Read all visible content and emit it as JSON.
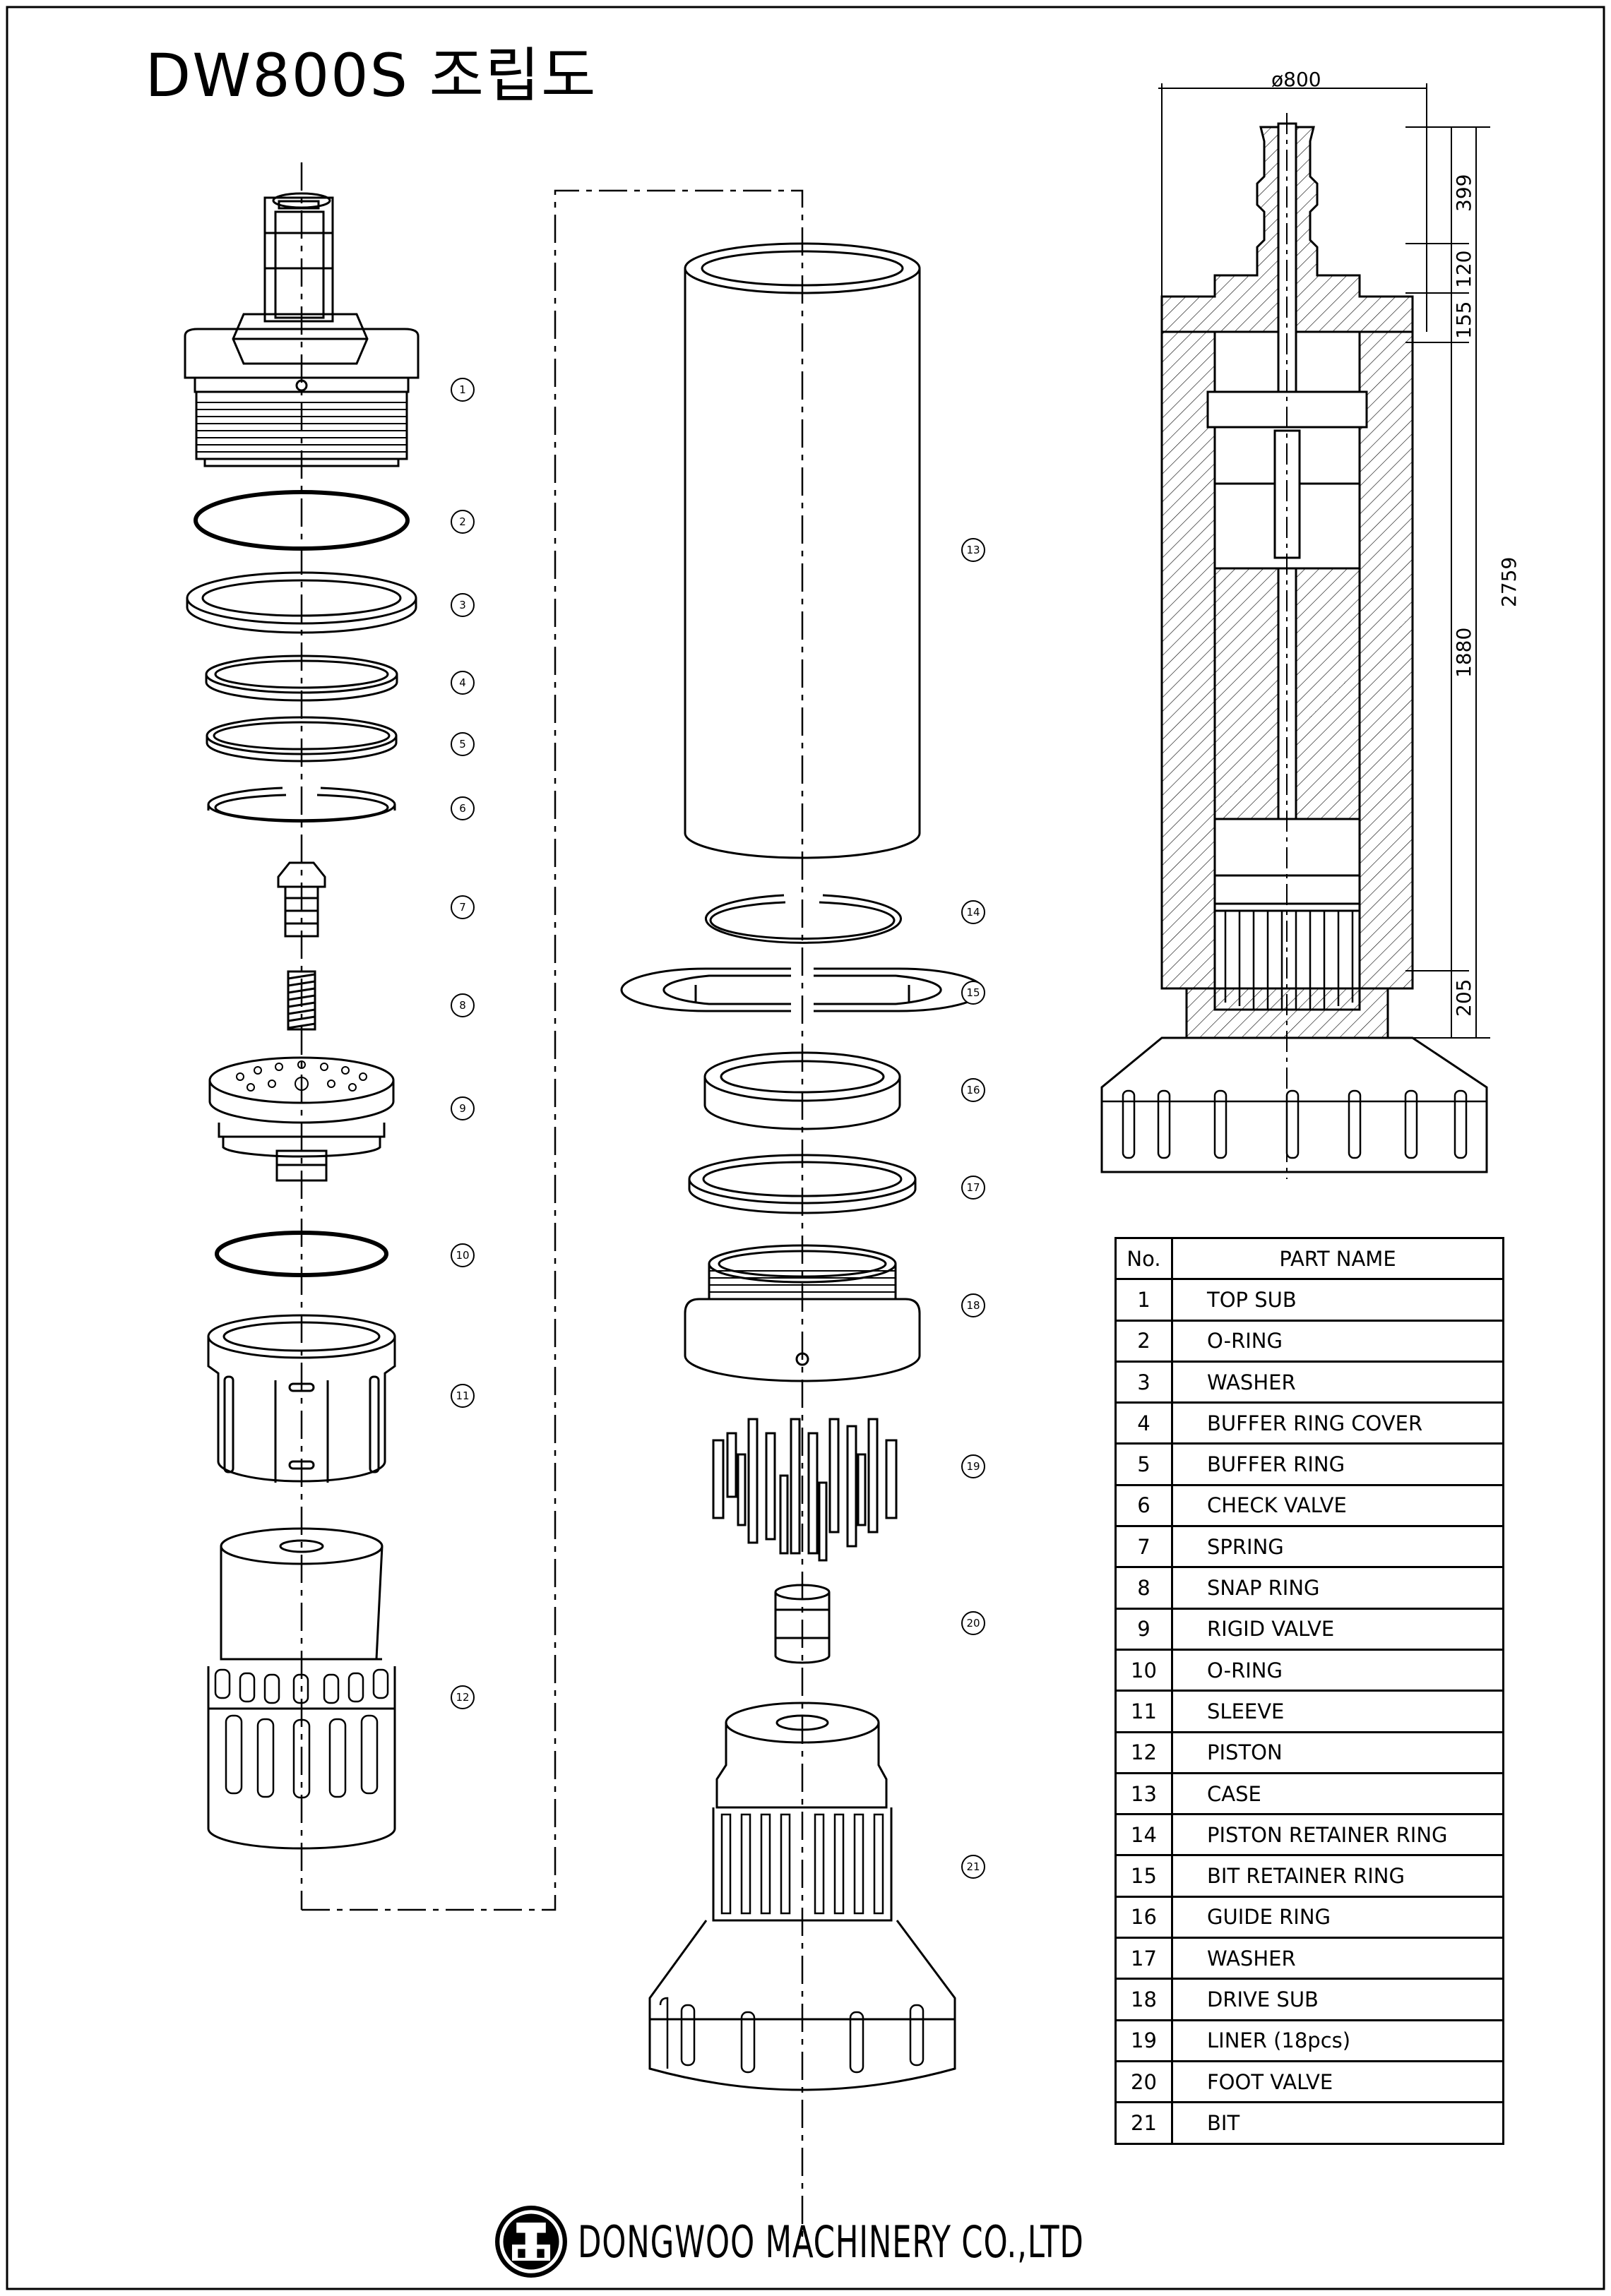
{
  "title": "DW800S 조립도",
  "company": "DONGWOO MACHINERY CO.,LTD",
  "table": {
    "header_no": "No.",
    "header_name": "PART NAME",
    "rows": [
      {
        "no": "1",
        "name": "TOP SUB"
      },
      {
        "no": "2",
        "name": "O-RING"
      },
      {
        "no": "3",
        "name": "WASHER"
      },
      {
        "no": "4",
        "name": "BUFFER RING COVER"
      },
      {
        "no": "5",
        "name": "BUFFER RING"
      },
      {
        "no": "6",
        "name": "CHECK VALVE"
      },
      {
        "no": "7",
        "name": "SPRING"
      },
      {
        "no": "8",
        "name": "SNAP RING"
      },
      {
        "no": "9",
        "name": "RIGID VALVE"
      },
      {
        "no": "10",
        "name": "O-RING"
      },
      {
        "no": "11",
        "name": "SLEEVE"
      },
      {
        "no": "12",
        "name": "PISTON"
      },
      {
        "no": "13",
        "name": "CASE"
      },
      {
        "no": "14",
        "name": "PISTON RETAINER RING"
      },
      {
        "no": "15",
        "name": "BIT RETAINER RING"
      },
      {
        "no": "16",
        "name": "GUIDE RING"
      },
      {
        "no": "17",
        "name": "WASHER"
      },
      {
        "no": "18",
        "name": "DRIVE SUB"
      },
      {
        "no": "19",
        "name": "LINER (18pcs)"
      },
      {
        "no": "20",
        "name": "FOOT VALVE"
      },
      {
        "no": "21",
        "name": "BIT"
      }
    ]
  },
  "callouts": [
    "1",
    "2",
    "3",
    "4",
    "5",
    "6",
    "7",
    "8",
    "9",
    "10",
    "11",
    "12",
    "13",
    "14",
    "15",
    "16",
    "17",
    "18",
    "19",
    "20",
    "21"
  ],
  "dimensions": {
    "diameter": "ø800",
    "d399": "399",
    "d120": "120",
    "d155": "155",
    "d1880": "1880",
    "d2759": "2759",
    "d205": "205"
  }
}
